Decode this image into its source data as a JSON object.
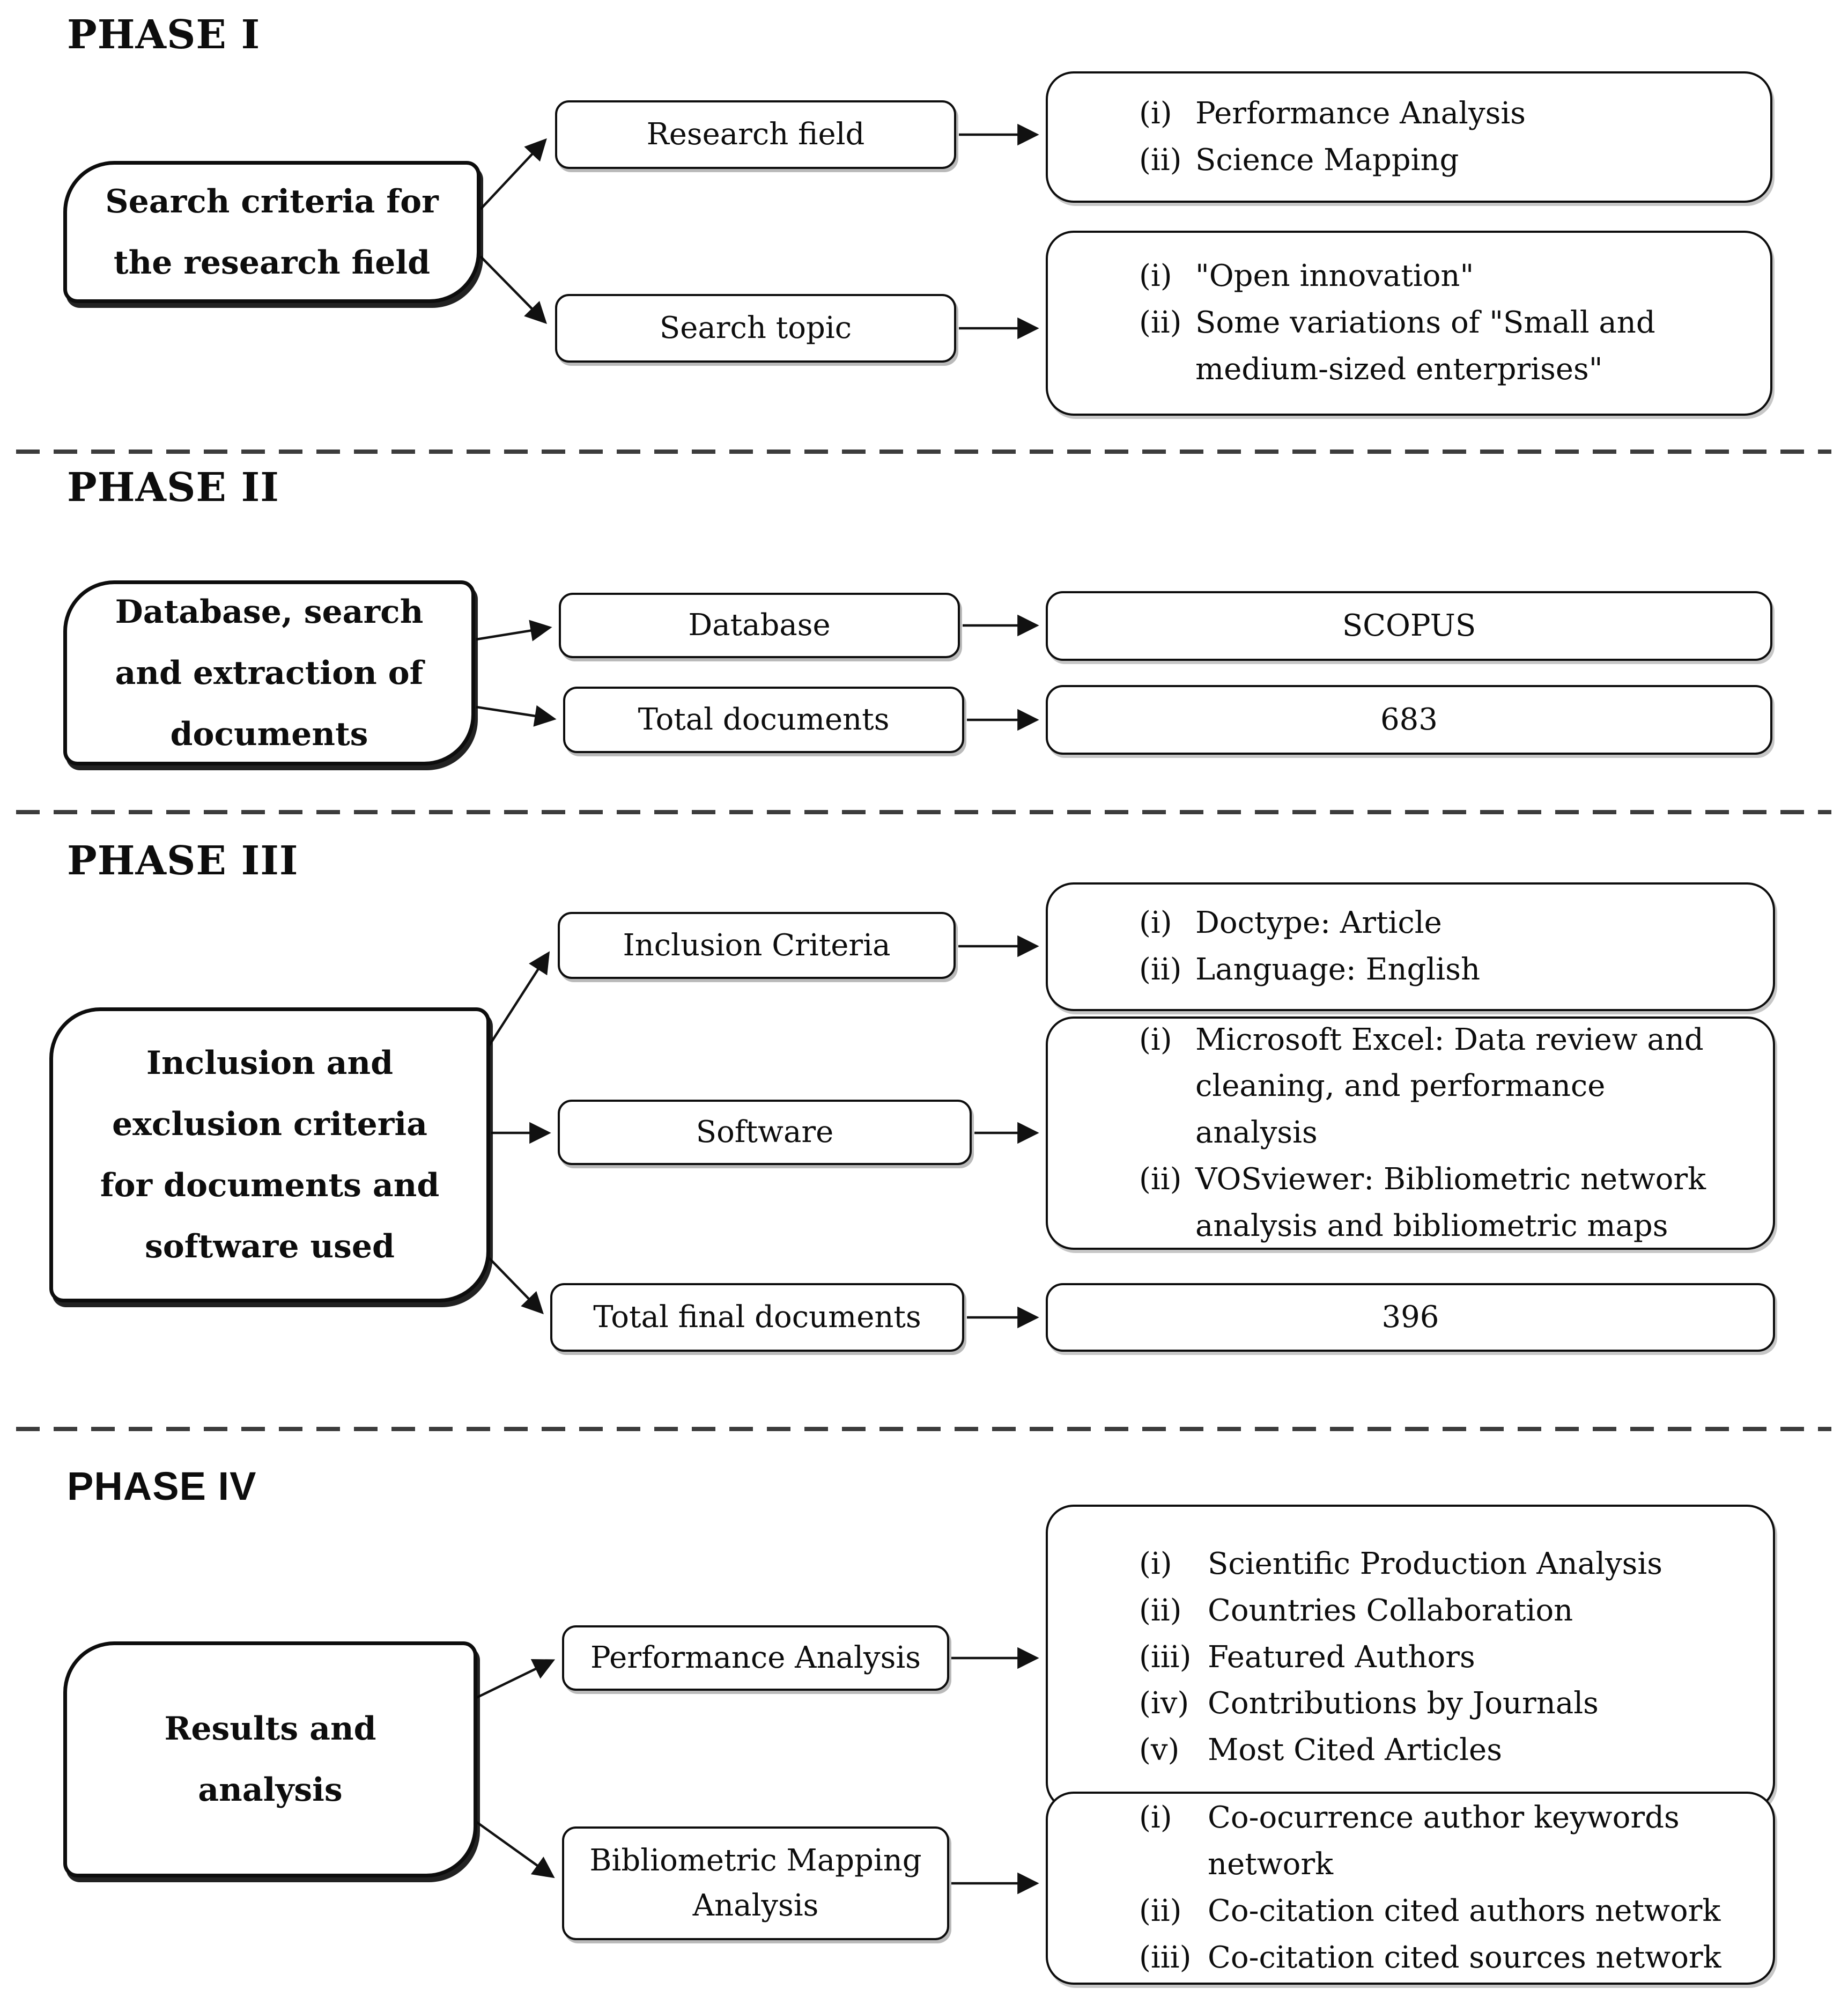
{
  "figure": {
    "type": "research-methodology-flowchart",
    "background": "#ffffff",
    "line_color": "#111111"
  },
  "phases": [
    {
      "label": "PHASE I",
      "source_lines": [
        "Search criteria for",
        "the research field"
      ],
      "middle": [
        {
          "label": "Research field"
        },
        {
          "label": "Search topic"
        }
      ],
      "outputs": [
        {
          "items": [
            {
              "marker": "(i)",
              "text": "Performance Analysis"
            },
            {
              "marker": "(ii)",
              "text": "Science Mapping"
            }
          ]
        },
        {
          "items": [
            {
              "marker": "(i)",
              "text": "\"Open innovation\""
            },
            {
              "marker": "(ii)",
              "text": "Some variations of \"Small and medium-sized enterprises\""
            }
          ]
        }
      ]
    },
    {
      "label": "PHASE II",
      "source_lines": [
        "Database, search",
        "and extraction of",
        "documents"
      ],
      "middle": [
        {
          "label": "Database"
        },
        {
          "label": "Total documents"
        }
      ],
      "outputs": [
        {
          "value": "SCOPUS"
        },
        {
          "value": "683"
        }
      ]
    },
    {
      "label": "PHASE III",
      "source_lines": [
        "Inclusion and",
        "exclusion criteria",
        "for documents and",
        "software used"
      ],
      "middle": [
        {
          "label": "Inclusion Criteria"
        },
        {
          "label": "Software"
        },
        {
          "label": "Total final documents"
        }
      ],
      "outputs": [
        {
          "items": [
            {
              "marker": "(i)",
              "text": "Doctype: Article"
            },
            {
              "marker": "(ii)",
              "text": "Language: English"
            }
          ]
        },
        {
          "items": [
            {
              "marker": "(i)",
              "text": "Microsoft Excel: Data review and cleaning, and performance analysis"
            },
            {
              "marker": "(ii)",
              "text": "VOSviewer: Bibliometric network analysis and bibliometric maps"
            }
          ]
        },
        {
          "value": "396"
        }
      ]
    },
    {
      "label": "PHASE IV",
      "source_lines": [
        "Results and",
        "analysis"
      ],
      "middle": [
        {
          "label": "Performance Analysis"
        },
        {
          "label": "Bibliometric Mapping Analysis"
        }
      ],
      "outputs": [
        {
          "items": [
            {
              "marker": "(i)",
              "text": "Scientific Production Analysis"
            },
            {
              "marker": "(ii)",
              "text": "Countries Collaboration"
            },
            {
              "marker": "(iii)",
              "text": "Featured Authors"
            },
            {
              "marker": "(iv)",
              "text": "Contributions by Journals"
            },
            {
              "marker": "(v)",
              "text": "Most Cited Articles"
            }
          ]
        },
        {
          "items": [
            {
              "marker": "(i)",
              "text": "Co-ocurrence author keywords network"
            },
            {
              "marker": "(ii)",
              "text": "Co-citation cited authors network"
            },
            {
              "marker": "(iii)",
              "text": "Co-citation cited sources network"
            }
          ]
        }
      ]
    }
  ]
}
